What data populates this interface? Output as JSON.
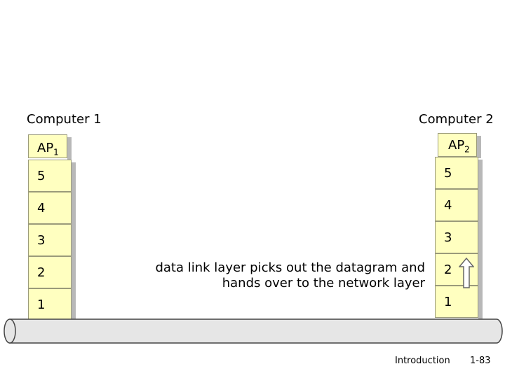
{
  "computer1": {
    "label": "Computer 1",
    "ap_base": "AP",
    "ap_sub": "1",
    "layers": [
      "5",
      "4",
      "3",
      "2",
      "1"
    ]
  },
  "computer2": {
    "label": "Computer 2",
    "ap_base": "AP",
    "ap_sub": "2",
    "layers": [
      "5",
      "4",
      "3",
      "2",
      "1"
    ]
  },
  "note": {
    "line1": "data link layer picks out the datagram and",
    "line2": "hands over to the network layer"
  },
  "footer": {
    "section": "Introduction",
    "page": "1-83"
  },
  "colors": {
    "layer_fill": "#ffffc0",
    "cable_fill": "#e6e6e6"
  }
}
